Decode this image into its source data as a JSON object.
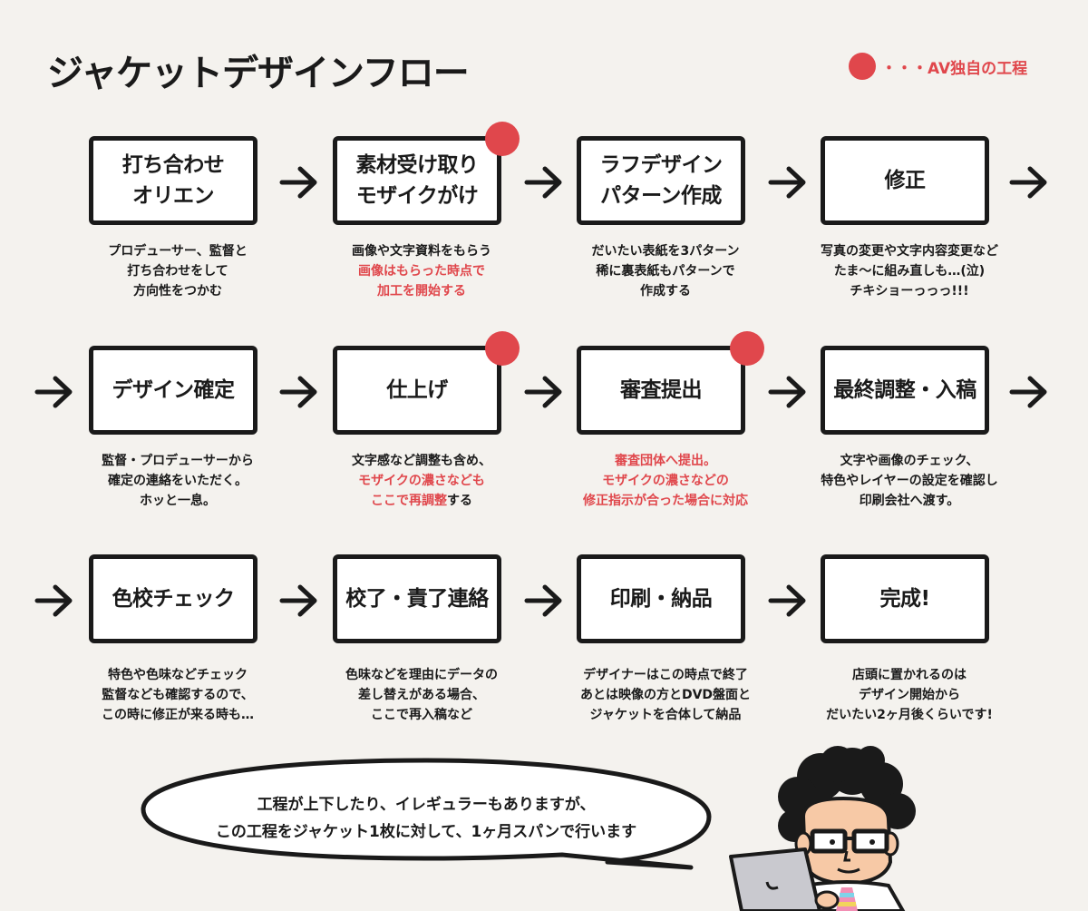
{
  "page": {
    "title": "ジャケットデザインフロー"
  },
  "legend": {
    "label": "・・・AV独自の工程",
    "color": "#e0474c"
  },
  "steps": [
    {
      "label": "打ち合わせ\nオリエン",
      "desc1": "プロデューサー、監督と",
      "desc2": "打ち合わせをして",
      "desc3": "方向性をつかむ"
    },
    {
      "label": "素材受け取り\nモザイクがけ",
      "desc1": "画像や文字資料をもらう",
      "desc2": "画像はもらった時点で",
      "desc3": "加工を開始する"
    },
    {
      "label": "ラフデザイン\nパターン作成",
      "desc1": "だいたい表紙を3パターン",
      "desc2": "稀に裏表紙もパターンで",
      "desc3": "作成する"
    },
    {
      "label": "修正",
      "desc1": "写真の変更や文字内容変更など",
      "desc2": "たま〜に組み直しも…(泣)",
      "desc3": "チキショーっっっ!!!"
    },
    {
      "label": "デザイン確定",
      "desc1": "監督・プロデューサーから",
      "desc2": "確定の連絡をいただく。",
      "desc3": "ホッと一息。"
    },
    {
      "label": "仕上げ",
      "desc1": "文字感など調整も含め、",
      "desc2": "モザイクの濃さなども",
      "desc3a": "ここで再調整",
      "desc3b": "する"
    },
    {
      "label": "審査提出",
      "desc1": "審査団体へ提出。",
      "desc2": "モザイクの濃さなどの",
      "desc3": "修正指示が合った場合に対応"
    },
    {
      "label": "最終調整・入稿",
      "desc1": "文字や画像のチェック、",
      "desc2": "特色やレイヤーの設定を確認し",
      "desc3": "印刷会社へ渡す。"
    },
    {
      "label": "色校チェック",
      "desc1": "特色や色味などチェック",
      "desc2": "監督なども確認するので、",
      "desc3": "この時に修正が来る時も…"
    },
    {
      "label": "校了・責了連絡",
      "desc1": "色味などを理由にデータの",
      "desc2": "差し替えがある場合、",
      "desc3": "ここで再入稿など"
    },
    {
      "label": "印刷・納品",
      "desc1": "デザイナーはこの時点で終了",
      "desc2": "あとは映像の方とDVD盤面と",
      "desc3": "ジャケットを合体して納品"
    },
    {
      "label": "完成!",
      "desc1": "店頭に置かれるのは",
      "desc2": "デザイン開始から",
      "desc3": "だいたい2ヶ月後くらいです!"
    }
  ],
  "speech": {
    "line1": "工程が上下したり、イレギュラーもありますが、",
    "line2": "この工程をジャケット1枚に対して、1ヶ月スパンで行います"
  }
}
